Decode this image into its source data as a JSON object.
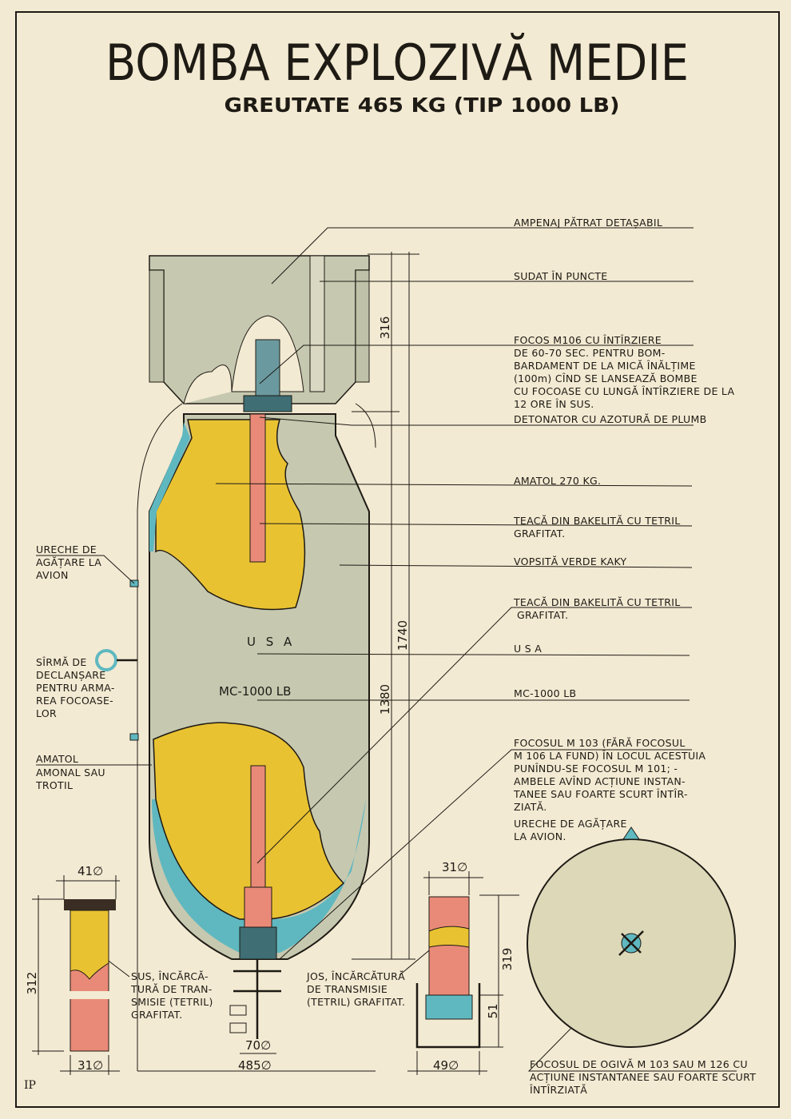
{
  "title": "BOMBA EXPLOZIVĂ MEDIE",
  "subtitle": "GREUTATE 465 KG   (TIP 1000 LB)",
  "colors": {
    "paper": "#f3ead3",
    "body": "#c6c8b0",
    "explosive": "#e9c232",
    "lining": "#5fb8c0",
    "sheath": "#e98a78",
    "ink": "#1e1a14"
  },
  "right_labels": {
    "ampenaj": "AMPENAJ PĂTRAT DETAȘABIL",
    "sudat": "SUDAT ÎN PUNCTE",
    "focos": [
      "FOCOS  M106 CU ÎNTÎRZIERE",
      "DE 60-70 SEC. PENTRU BOM-",
      "BARDAMENT DE LA MICĂ ÎNĂLȚIME",
      "(100m) CÎND SE LANSEAZĂ BOMBE",
      "CU FOCOASE CU LUNGĂ ÎNTÎRZIERE DE LA",
      "12 ORE ÎN SUS."
    ],
    "detonator": "DETONATOR CU AZOTURĂ DE PLUMB",
    "amatol": "AMATOL  270 KG.",
    "teaca1": [
      "TEACĂ DIN BAKELITĂ CU TETRIL",
      "GRAFITAT."
    ],
    "vopsita": "VOPSITĂ VERDE KAKY",
    "teaca2": [
      "TEACĂ DIN BAKELITĂ CU TETRIL",
      "GRAFITAT."
    ],
    "usa": "U S A",
    "mc": "MC-1000 LB",
    "focosul": [
      "FOCOSUL M 103 (FĂRĂ FOCOSUL",
      "M 106 LA FUND) ÎN LOCUL ACESTUIA",
      "PUNÎNDU-SE FOCOSUL M 101; -",
      "AMBELE AVÎND ACȚIUNE INSTAN-",
      "TANEE SAU FOARTE SCURT ÎNTÎR-",
      "ZIATĂ."
    ],
    "ureche": [
      "URECHE DE AGĂȚARE",
      "LA AVION."
    ],
    "ogiva": [
      "FOCOSUL DE OGIVĂ  M 103 SAU M 126 CU",
      "ACȚIUNE INSTANTANEE SAU FOARTE SCURT",
      "ÎNTÎRZIATĂ"
    ]
  },
  "left_labels": {
    "ureche": [
      "URECHE  DE",
      "AGĂȚARE LA",
      "AVION"
    ],
    "sirma": [
      "SÎRMĂ DE",
      "DECLANȘARE",
      "PENTRU ARMA-",
      "REA FOCOASE-",
      "LOR"
    ],
    "amatol": [
      "AMATOL",
      "AMONAL SAU",
      "TROTIL"
    ],
    "sus": [
      "SUS, ÎNCĂRCĂ-",
      "TURĂ DE TRAN-",
      "SMISIE (TETRIL)",
      "GRAFITAT."
    ],
    "jos": [
      "JOS, ÎNCĂRCĂTURĂ",
      "DE TRANSMISIE",
      "(TETRIL) GRAFITAT."
    ]
  },
  "body_marks": {
    "usa": "U S A",
    "mc": "MC-1000 LB"
  },
  "dimensions": {
    "d316": "316",
    "d1740": "1740",
    "d1380": "1380",
    "d41": "41∅",
    "d312": "312",
    "d31a": "31∅",
    "d70": "70∅",
    "d485": "485∅",
    "d31b": "31∅",
    "d319": "319",
    "d51": "51",
    "d49": "49∅"
  },
  "logo": "IP"
}
